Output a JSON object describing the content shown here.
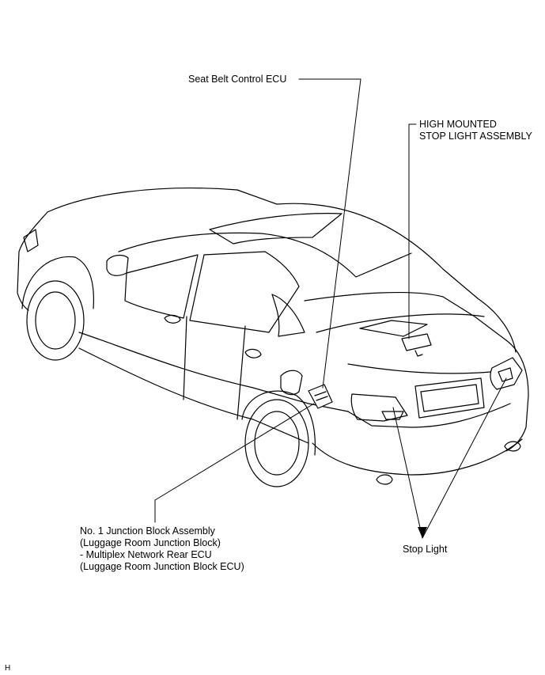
{
  "callouts": {
    "seat_belt_ecu": "Seat Belt Control ECU",
    "hmsl_line1": "HIGH MOUNTED",
    "hmsl_line2": "STOP LIGHT ASSEMBLY",
    "jb_line1": "No. 1 Junction Block Assembly",
    "jb_line2": "(Luggage Room Junction Block)",
    "jb_line3": "- Multiplex Network Rear ECU",
    "jb_line4": "(Luggage Room Junction Block ECU)",
    "stop_light": "Stop Light"
  },
  "figure_code": "H"
}
